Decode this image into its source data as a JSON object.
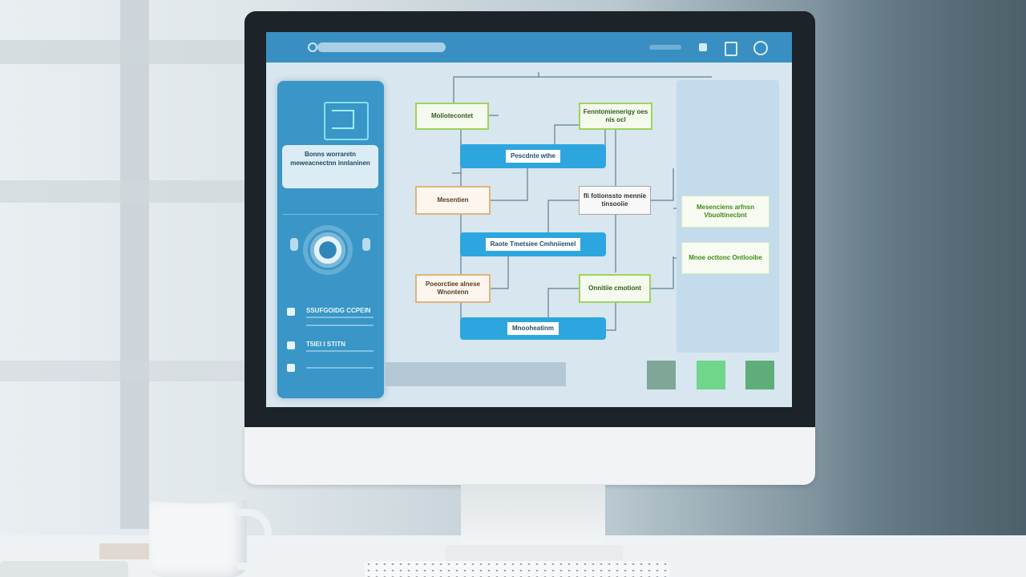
{
  "colors": {
    "screen_bg": "#d7e6ef",
    "topbar": "#3a8fc2",
    "sidebar": "#3a96c6",
    "blue_node": "#2da6e0",
    "green_outline": "#9fd35b",
    "orange_outline": "#e0b37e",
    "button_1": "#7fa697",
    "button_2": "#6fd68a",
    "button_3": "#5fae7a"
  },
  "sidebar": {
    "card_text": "Bonns worraretn meweacnectnn innlaninen",
    "rows": [
      {
        "icon": "building-icon",
        "label": "SSUFGOIDG CCPEIN"
      },
      {
        "icon": "document-icon",
        "label": "T5IEI I STITN"
      },
      {
        "icon": "chat-icon",
        "label": ""
      }
    ]
  },
  "diagram": {
    "node_top_left": "Moliotecontet",
    "node_top_right": "Fenntomienerigy oes nis ocl",
    "node_blue_1": "Pescdnte wthe",
    "node_mid_left": "Mesentien",
    "node_mid_right": "fli fotionssto mennie tinsooiie",
    "node_blue_2": "Raote  Tmetsiee Cmhniiemel",
    "node_lower_left": "Poeorctiee alnese Wnontenn",
    "node_lower_right": "Onnitiie cmotiont",
    "node_blue_3": "Mnooheatinm"
  },
  "right_panel": {
    "card_1": "Mesenciens arfnsn Vbuoltinecbnt",
    "card_2": "Mnoe octtonc Ontlooibe"
  }
}
